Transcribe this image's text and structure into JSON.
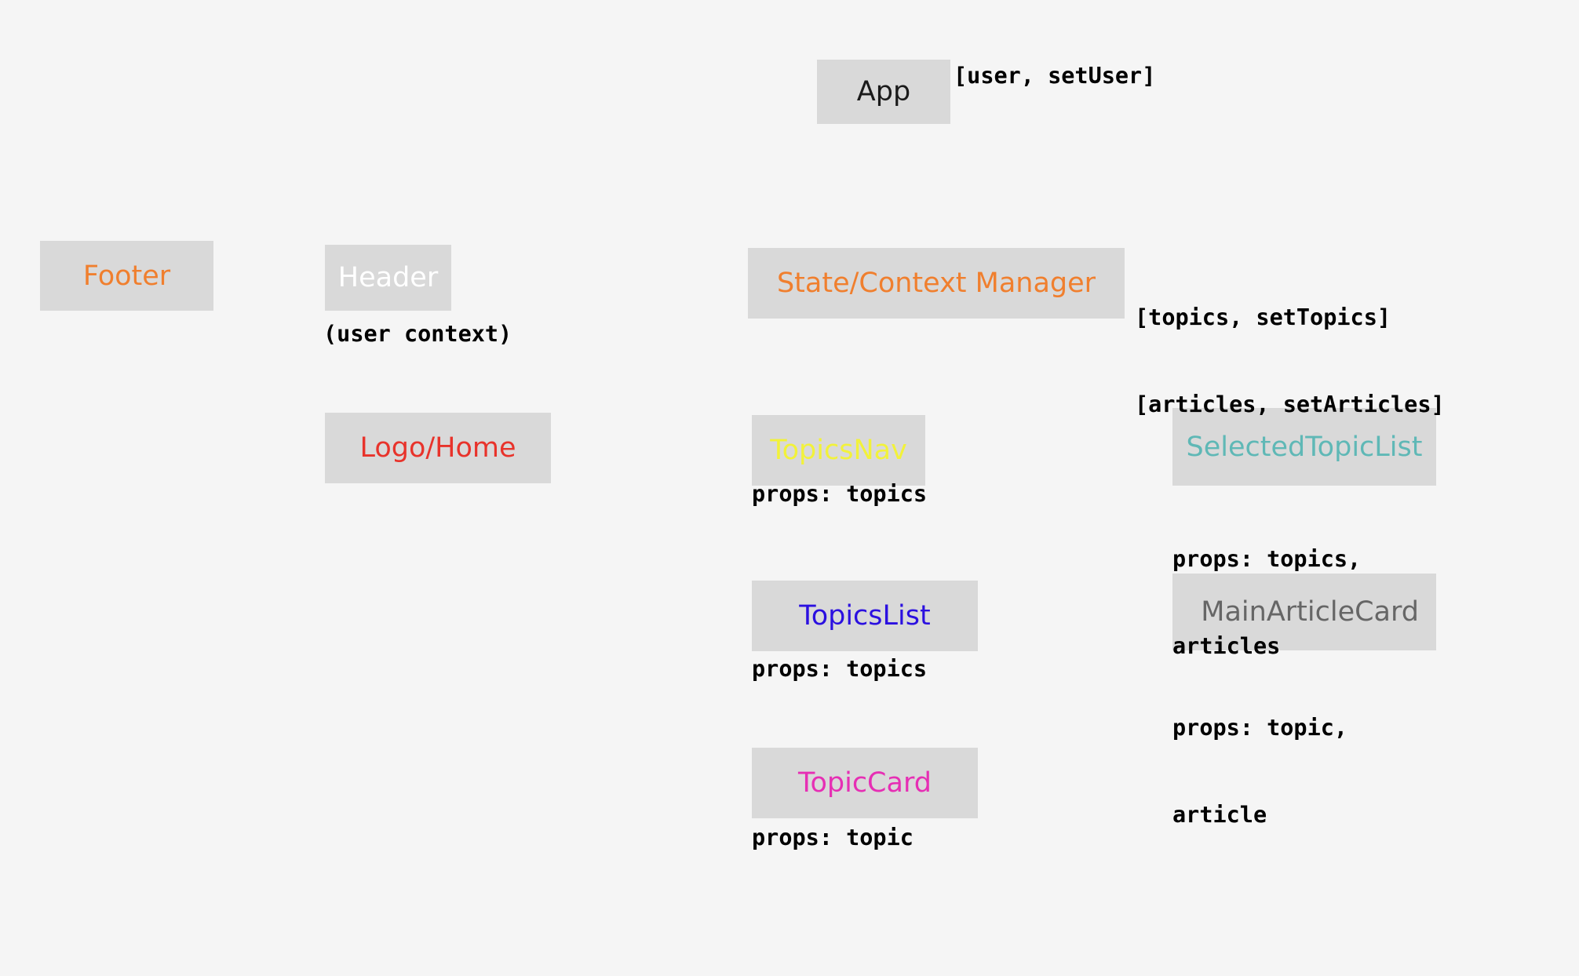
{
  "components": {
    "app": {
      "label": "App",
      "color": "#1a1a1a"
    },
    "footer": {
      "label": "Footer",
      "color": "#f07f2e"
    },
    "header": {
      "label": "Header",
      "color": "#ffffff"
    },
    "logo_home": {
      "label": "Logo/Home",
      "color": "#e8332b"
    },
    "state_manager": {
      "label": "State/Context Manager",
      "color": "#f07f2e"
    },
    "topics_nav": {
      "label": "TopicsNav",
      "color": "#f2f23a"
    },
    "topics_list": {
      "label": "TopicsList",
      "color": "#2b10e0"
    },
    "topic_card": {
      "label": "TopicCard",
      "color": "#e62fb4"
    },
    "selected_topic_list": {
      "label": "SelectedTopicList",
      "color": "#5fb8b6"
    },
    "main_article_card": {
      "label": "MainArticleCard",
      "color": "#666666"
    }
  },
  "annotations": {
    "app_state": "[user, setUser]",
    "header_context": "(user context)",
    "state_manager_state": [
      "[topics, setTopics]",
      "[articles, setArticles]"
    ],
    "topics_nav_props": "props: topics",
    "topics_list_props": "props: topics",
    "topic_card_props": "props: topic",
    "selected_topic_list_props": [
      "props: topics,",
      "articles"
    ],
    "main_article_card_props": [
      "props: topic,",
      "article"
    ]
  }
}
